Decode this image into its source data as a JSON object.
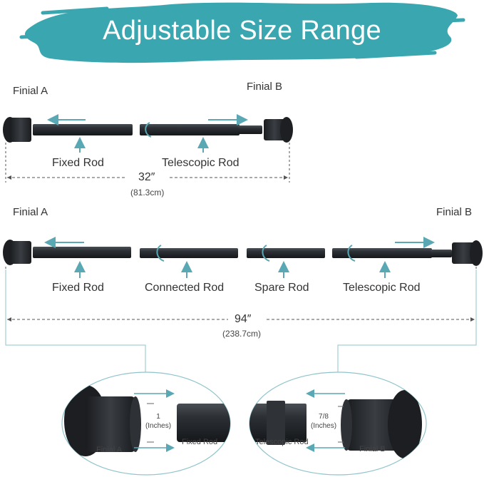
{
  "banner": {
    "title": "Adjustable Size Range",
    "color": "#3aa7b0"
  },
  "colors": {
    "accent": "#5aa8b3",
    "rod": "#2a2d31",
    "rod_light": "#3d4146",
    "text": "#333333"
  },
  "diagram_short": {
    "finial_a": "Finial A",
    "finial_b": "Finial B",
    "fixed_rod": "Fixed Rod",
    "telescopic_rod": "Telescopic Rod",
    "length_in": "32″",
    "length_cm": "(81.3cm)"
  },
  "diagram_long": {
    "finial_a": "Finial A",
    "finial_b": "Finial B",
    "fixed_rod": "Fixed Rod",
    "connected_rod": "Connected Rod",
    "spare_rod": "Spare Rod",
    "telescopic_rod": "Telescopic Rod",
    "length_in": "94″",
    "length_cm": "(238.7cm)"
  },
  "detail_left": {
    "size_value": "1",
    "size_unit": "(Inches)",
    "finial": "Finial A",
    "rod": "Fixed Rod"
  },
  "detail_right": {
    "size_value": "7/8",
    "size_unit": "(Inches)",
    "finial": "Finial B",
    "rod": "Telescopic Rod"
  }
}
